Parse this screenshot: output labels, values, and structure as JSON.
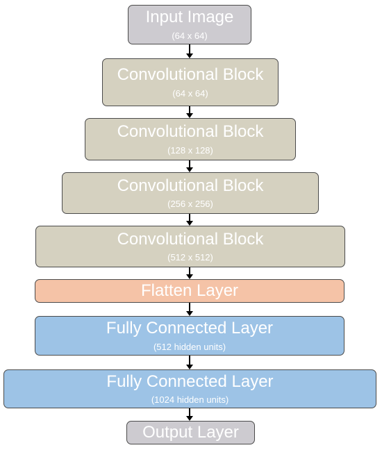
{
  "colors": {
    "gray": "#cdcbd0",
    "tan": "#d5d1c0",
    "peach": "#f5c3a7",
    "blue": "#9dc3e6",
    "border": "#4a4a4a",
    "text": "#ffffff",
    "arrow": "#000000"
  },
  "blocks": [
    {
      "title": "Input Image",
      "subtitle": "(64 x 64)",
      "color": "gray"
    },
    {
      "title": "Convolutional Block",
      "subtitle": "(64 x 64)",
      "color": "tan"
    },
    {
      "title": "Convolutional Block",
      "subtitle": "(128 x 128)",
      "color": "tan"
    },
    {
      "title": "Convolutional Block",
      "subtitle": "(256 x 256)",
      "color": "tan"
    },
    {
      "title": "Convolutional Block",
      "subtitle": "(512 x 512)",
      "color": "tan"
    },
    {
      "title": "Flatten Layer",
      "subtitle": "",
      "color": "peach"
    },
    {
      "title": "Fully Connected Layer",
      "subtitle": "(512 hidden units)",
      "color": "blue"
    },
    {
      "title": "Fully Connected Layer",
      "subtitle": "(1024 hidden units)",
      "color": "blue"
    },
    {
      "title": "Output Layer",
      "subtitle": "",
      "color": "gray"
    }
  ]
}
